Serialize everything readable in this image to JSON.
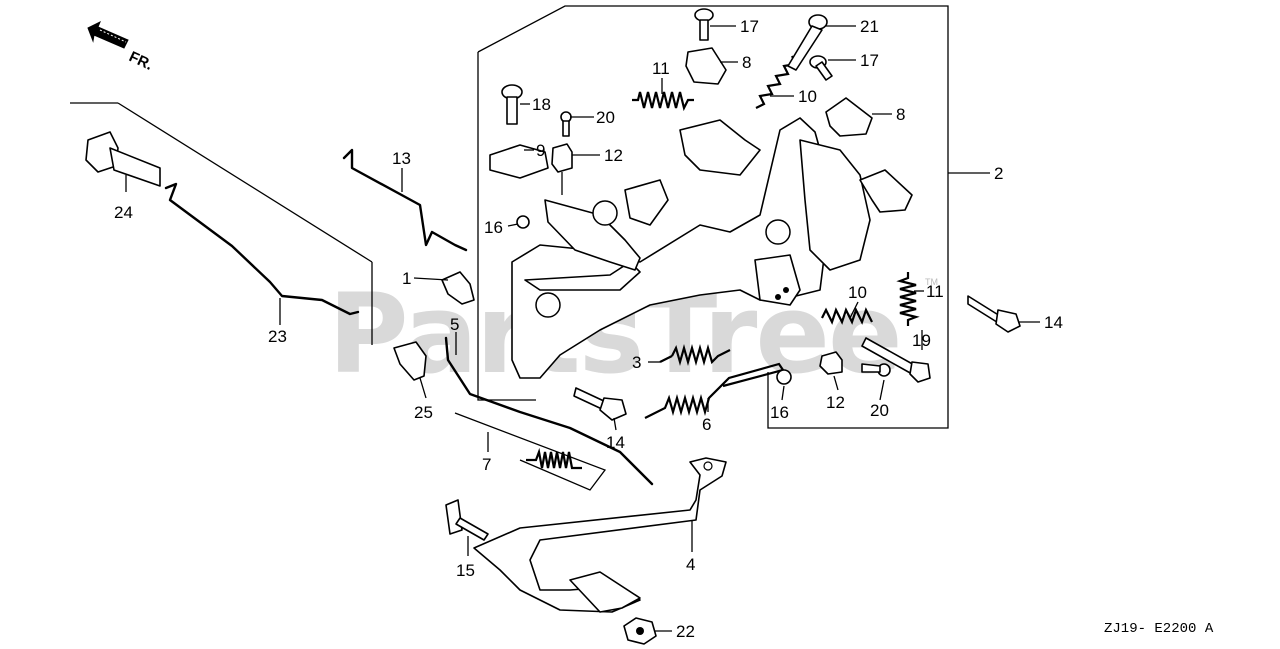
{
  "watermark": "PartsTree",
  "trademark": "TM",
  "direction_label": "FR.",
  "diagram_code": "ZJ19- E2200 A",
  "callouts": [
    {
      "id": "c1",
      "num": "1"
    },
    {
      "id": "c2",
      "num": "2"
    },
    {
      "id": "c3",
      "num": "3"
    },
    {
      "id": "c4",
      "num": "4"
    },
    {
      "id": "c5",
      "num": "5"
    },
    {
      "id": "c6",
      "num": "6"
    },
    {
      "id": "c7",
      "num": "7"
    },
    {
      "id": "c8a",
      "num": "8"
    },
    {
      "id": "c8b",
      "num": "8"
    },
    {
      "id": "c9",
      "num": "9"
    },
    {
      "id": "c10a",
      "num": "10"
    },
    {
      "id": "c10b",
      "num": "10"
    },
    {
      "id": "c11a",
      "num": "11"
    },
    {
      "id": "c11b",
      "num": "11"
    },
    {
      "id": "c12a",
      "num": "12"
    },
    {
      "id": "c12b",
      "num": "12"
    },
    {
      "id": "c13",
      "num": "13"
    },
    {
      "id": "c14a",
      "num": "14"
    },
    {
      "id": "c14b",
      "num": "14"
    },
    {
      "id": "c15",
      "num": "15"
    },
    {
      "id": "c16a",
      "num": "16"
    },
    {
      "id": "c16b",
      "num": "16"
    },
    {
      "id": "c17a",
      "num": "17"
    },
    {
      "id": "c17b",
      "num": "17"
    },
    {
      "id": "c18",
      "num": "18"
    },
    {
      "id": "c19",
      "num": "19"
    },
    {
      "id": "c20a",
      "num": "20"
    },
    {
      "id": "c20b",
      "num": "20"
    },
    {
      "id": "c21",
      "num": "21"
    },
    {
      "id": "c22",
      "num": "22"
    },
    {
      "id": "c23",
      "num": "23"
    },
    {
      "id": "c24",
      "num": "24"
    },
    {
      "id": "c25",
      "num": "25"
    }
  ]
}
